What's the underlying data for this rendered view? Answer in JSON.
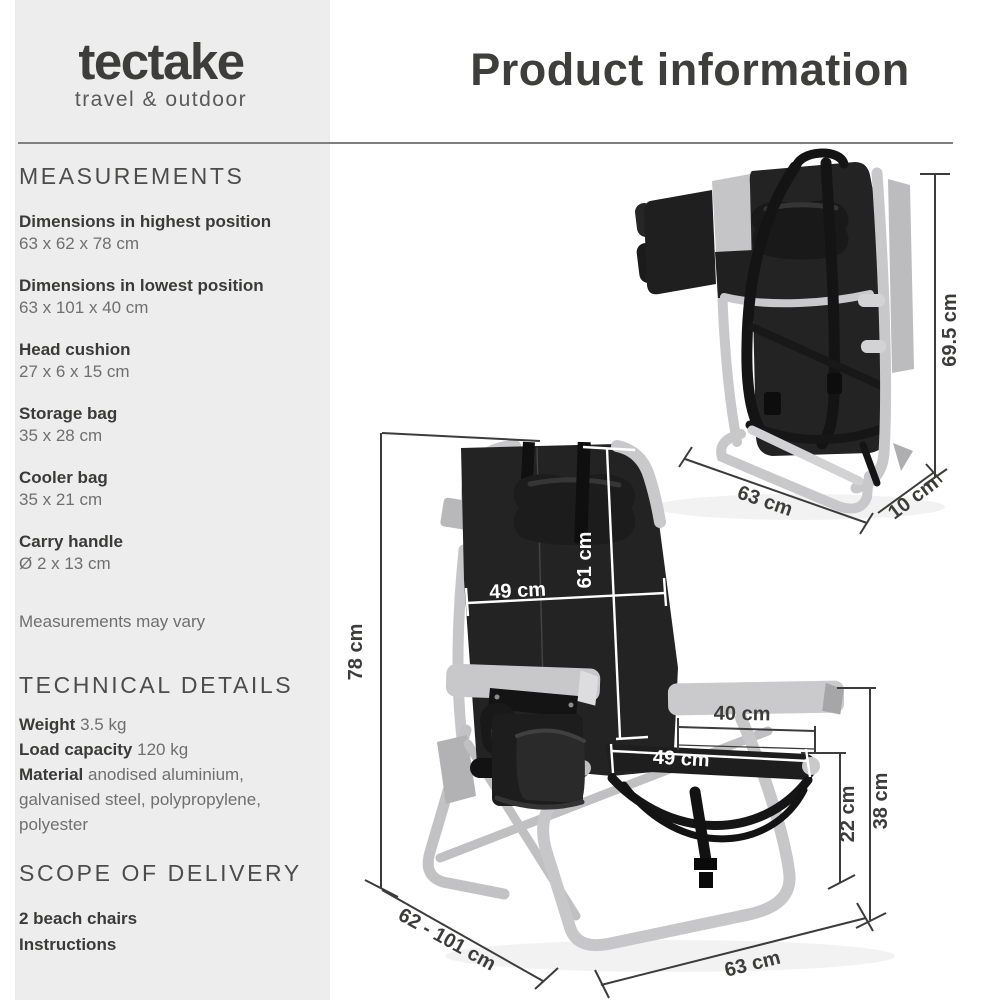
{
  "brand": {
    "name": "tectake",
    "tagline": "travel & outdoor"
  },
  "header": {
    "title": "Product information"
  },
  "sidebar": {
    "measurements": {
      "heading": "MEASUREMENTS",
      "items": [
        {
          "label": "Dimensions in highest position",
          "value": "63 x 62 x 78 cm"
        },
        {
          "label": "Dimensions in lowest position",
          "value": "63 x 101 x 40 cm"
        },
        {
          "label": "Head cushion",
          "value": "27 x 6 x 15 cm"
        },
        {
          "label": "Storage bag",
          "value": "35 x 28 cm"
        },
        {
          "label": "Cooler bag",
          "value": "35 x 21 cm"
        },
        {
          "label": "Carry handle",
          "value": "Ø 2 x 13 cm"
        }
      ],
      "note": "Measurements may vary"
    },
    "technical": {
      "heading": "TECHNICAL DETAILS",
      "items": [
        {
          "label": "Weight",
          "value": "3.5 kg"
        },
        {
          "label": "Load capacity",
          "value": "120 kg"
        },
        {
          "label": "Material",
          "value": "anodised aluminium, galvanised steel, polypropylene, polyester"
        }
      ]
    },
    "delivery": {
      "heading": "SCOPE OF DELIVERY",
      "items": [
        "2 beach chairs",
        "Instructions"
      ]
    }
  },
  "diagrams": {
    "open_chair": {
      "total_height": "78 cm",
      "back_height": "61 cm",
      "back_width": "49 cm",
      "seat_depth": "40 cm",
      "seat_width": "49 cm",
      "seat_height": "22 cm",
      "armrest_height": "38 cm",
      "depth_range": "62 - 101 cm",
      "base_width": "63 cm"
    },
    "folded_chair": {
      "height": "69.5 cm",
      "width": "63 cm",
      "depth": "10 cm"
    }
  },
  "colors": {
    "sidebar_bg": "#ededed",
    "dimension_text": "#3c3c3b",
    "fabric_black": "#232323",
    "frame_silver": "#c8c8ca"
  }
}
